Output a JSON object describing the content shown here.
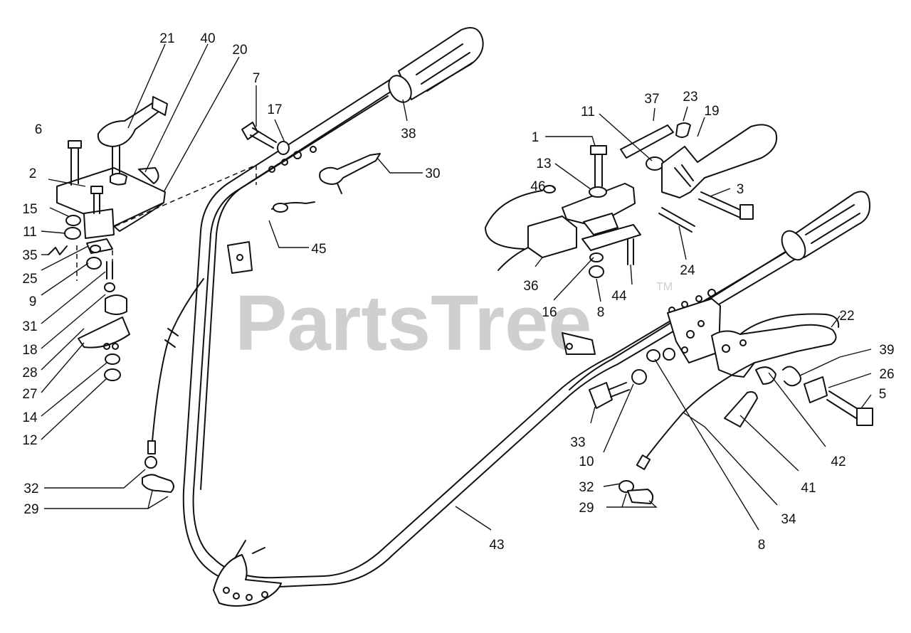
{
  "watermark": {
    "text": "PartsTree",
    "trademark": "TM"
  },
  "colors": {
    "ink": "#111111",
    "watermark": "#cfcfcf",
    "background": "#ffffff"
  },
  "callouts": [
    {
      "id": "c21",
      "label": "21"
    },
    {
      "id": "c40",
      "label": "40"
    },
    {
      "id": "c20",
      "label": "20"
    },
    {
      "id": "c6",
      "label": "6"
    },
    {
      "id": "c2",
      "label": "2"
    },
    {
      "id": "c15",
      "label": "15"
    },
    {
      "id": "c11a",
      "label": "11"
    },
    {
      "id": "c35",
      "label": "35"
    },
    {
      "id": "c25",
      "label": "25"
    },
    {
      "id": "c9",
      "label": "9"
    },
    {
      "id": "c31",
      "label": "31"
    },
    {
      "id": "c18",
      "label": "18"
    },
    {
      "id": "c28",
      "label": "28"
    },
    {
      "id": "c27",
      "label": "27"
    },
    {
      "id": "c14",
      "label": "14"
    },
    {
      "id": "c12",
      "label": "12"
    },
    {
      "id": "c32a",
      "label": "32"
    },
    {
      "id": "c29a",
      "label": "29"
    },
    {
      "id": "c7",
      "label": "7"
    },
    {
      "id": "c17",
      "label": "17"
    },
    {
      "id": "c38",
      "label": "38"
    },
    {
      "id": "c30",
      "label": "30"
    },
    {
      "id": "c45",
      "label": "45"
    },
    {
      "id": "c11b",
      "label": "11"
    },
    {
      "id": "c37",
      "label": "37"
    },
    {
      "id": "c23",
      "label": "23"
    },
    {
      "id": "c19",
      "label": "19"
    },
    {
      "id": "c1",
      "label": "1"
    },
    {
      "id": "c13",
      "label": "13"
    },
    {
      "id": "c46",
      "label": "46"
    },
    {
      "id": "c3",
      "label": "3"
    },
    {
      "id": "c36",
      "label": "36"
    },
    {
      "id": "c16",
      "label": "16"
    },
    {
      "id": "c8a",
      "label": "8"
    },
    {
      "id": "c44",
      "label": "44"
    },
    {
      "id": "c24",
      "label": "24"
    },
    {
      "id": "c22",
      "label": "22"
    },
    {
      "id": "c39",
      "label": "39"
    },
    {
      "id": "c26",
      "label": "26"
    },
    {
      "id": "c5",
      "label": "5"
    },
    {
      "id": "c33",
      "label": "33"
    },
    {
      "id": "c10",
      "label": "10"
    },
    {
      "id": "c42",
      "label": "42"
    },
    {
      "id": "c32b",
      "label": "32"
    },
    {
      "id": "c41",
      "label": "41"
    },
    {
      "id": "c29b",
      "label": "29"
    },
    {
      "id": "c34",
      "label": "34"
    },
    {
      "id": "c43",
      "label": "43"
    },
    {
      "id": "c8b",
      "label": "8"
    }
  ]
}
